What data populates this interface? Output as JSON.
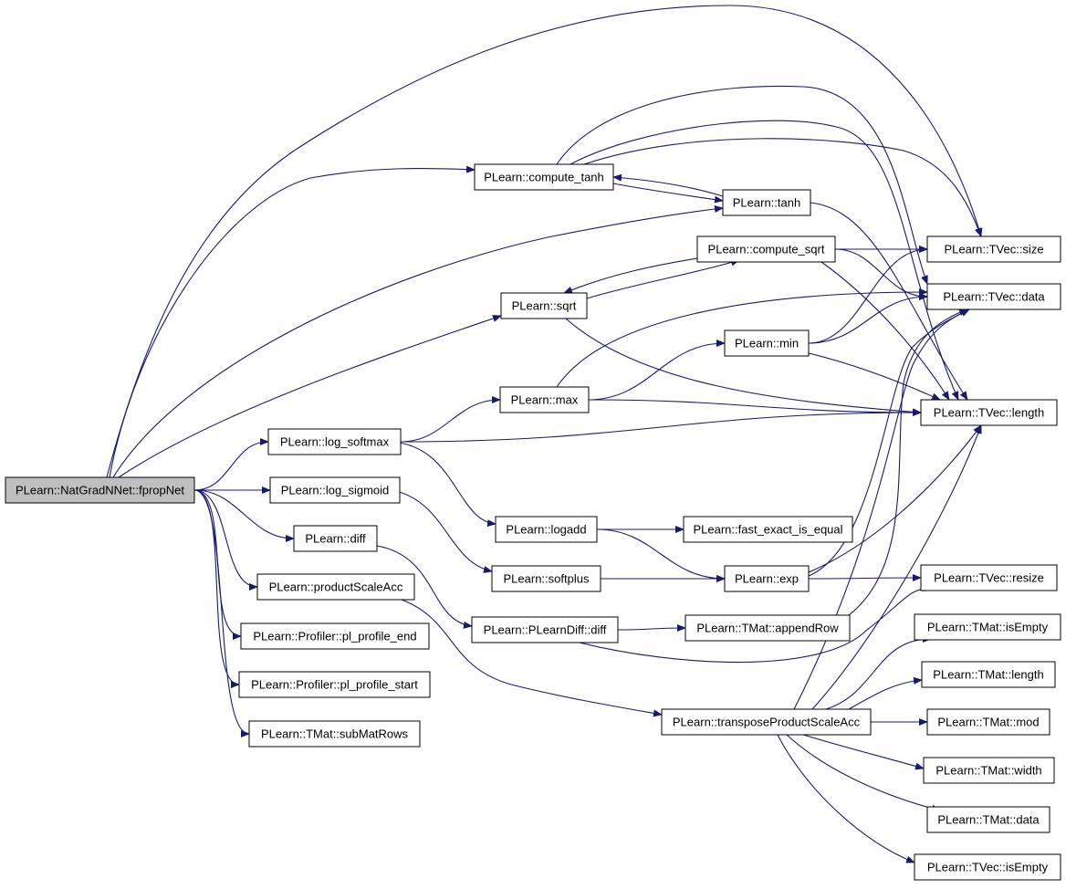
{
  "colors": {
    "edge": "#191970",
    "node_fill": "#ffffff",
    "root_fill": "#bfbfbf",
    "border": "#000000"
  },
  "nodes": {
    "fpropnet": "PLearn::NatGradNNet::fpropNet",
    "compute_tanh": "PLearn::compute_tanh",
    "tanh": "PLearn::tanh",
    "compute_sqrt": "PLearn::compute_sqrt",
    "sqrt": "PLearn::sqrt",
    "min": "PLearn::min",
    "max": "PLearn::max",
    "log_softmax": "PLearn::log_softmax",
    "log_sigmoid": "PLearn::log_sigmoid",
    "diff": "PLearn::diff",
    "logadd": "PLearn::logadd",
    "fast_exact_is_equal": "PLearn::fast_exact_is_equal",
    "softplus": "PLearn::softplus",
    "exp": "PLearn::exp",
    "productScaleAcc": "PLearn::productScaleAcc",
    "plearndiff_diff": "PLearn::PLearnDiff::diff",
    "appendRow": "PLearn::TMat::appendRow",
    "pl_profile_end": "PLearn::Profiler::pl_profile_end",
    "pl_profile_start": "PLearn::Profiler::pl_profile_start",
    "subMatRows": "PLearn::TMat::subMatRows",
    "transposeProductScaleAcc": "PLearn::transposeProductScaleAcc",
    "tvec_size": "PLearn::TVec::size",
    "tvec_data": "PLearn::TVec::data",
    "tvec_length": "PLearn::TVec::length",
    "tvec_resize": "PLearn::TVec::resize",
    "tmat_isEmpty": "PLearn::TMat::isEmpty",
    "tmat_length": "PLearn::TMat::length",
    "tmat_mod": "PLearn::TMat::mod",
    "tmat_width": "PLearn::TMat::width",
    "tmat_data": "PLearn::TMat::data",
    "tvec_isEmpty": "PLearn::TVec::isEmpty"
  },
  "edges": [
    [
      "fpropnet",
      "compute_tanh"
    ],
    [
      "fpropnet",
      "tanh"
    ],
    [
      "fpropnet",
      "sqrt"
    ],
    [
      "fpropnet",
      "log_softmax"
    ],
    [
      "fpropnet",
      "log_sigmoid"
    ],
    [
      "fpropnet",
      "diff"
    ],
    [
      "fpropnet",
      "productScaleAcc"
    ],
    [
      "fpropnet",
      "pl_profile_end"
    ],
    [
      "fpropnet",
      "pl_profile_start"
    ],
    [
      "fpropnet",
      "subMatRows"
    ],
    [
      "fpropnet",
      "tvec_size"
    ],
    [
      "compute_tanh",
      "tanh"
    ],
    [
      "compute_tanh",
      "tvec_data"
    ],
    [
      "compute_tanh",
      "tvec_length"
    ],
    [
      "compute_tanh",
      "tvec_size"
    ],
    [
      "tanh",
      "compute_tanh"
    ],
    [
      "tanh",
      "tvec_length"
    ],
    [
      "compute_sqrt",
      "sqrt"
    ],
    [
      "compute_sqrt",
      "tvec_size"
    ],
    [
      "compute_sqrt",
      "tvec_data"
    ],
    [
      "compute_sqrt",
      "tvec_length"
    ],
    [
      "sqrt",
      "compute_sqrt"
    ],
    [
      "sqrt",
      "tvec_length"
    ],
    [
      "max",
      "min"
    ],
    [
      "max",
      "tvec_length"
    ],
    [
      "max",
      "tvec_data"
    ],
    [
      "min",
      "tvec_size"
    ],
    [
      "min",
      "tvec_data"
    ],
    [
      "min",
      "tvec_length"
    ],
    [
      "log_softmax",
      "max"
    ],
    [
      "log_softmax",
      "logadd"
    ],
    [
      "log_softmax",
      "tvec_length"
    ],
    [
      "log_sigmoid",
      "softplus"
    ],
    [
      "diff",
      "plearndiff_diff"
    ],
    [
      "logadd",
      "fast_exact_is_equal"
    ],
    [
      "logadd",
      "exp"
    ],
    [
      "softplus",
      "exp"
    ],
    [
      "exp",
      "tvec_data"
    ],
    [
      "exp",
      "tvec_length"
    ],
    [
      "exp",
      "tvec_resize"
    ],
    [
      "productScaleAcc",
      "transposeProductScaleAcc"
    ],
    [
      "plearndiff_diff",
      "appendRow"
    ],
    [
      "plearndiff_diff",
      "tvec_resize"
    ],
    [
      "appendRow",
      "tvec_data"
    ],
    [
      "transposeProductScaleAcc",
      "tvec_length"
    ],
    [
      "transposeProductScaleAcc",
      "tvec_data"
    ],
    [
      "transposeProductScaleAcc",
      "tmat_isEmpty"
    ],
    [
      "transposeProductScaleAcc",
      "tmat_length"
    ],
    [
      "transposeProductScaleAcc",
      "tmat_mod"
    ],
    [
      "transposeProductScaleAcc",
      "tmat_width"
    ],
    [
      "transposeProductScaleAcc",
      "tmat_data"
    ],
    [
      "transposeProductScaleAcc",
      "tvec_isEmpty"
    ]
  ]
}
